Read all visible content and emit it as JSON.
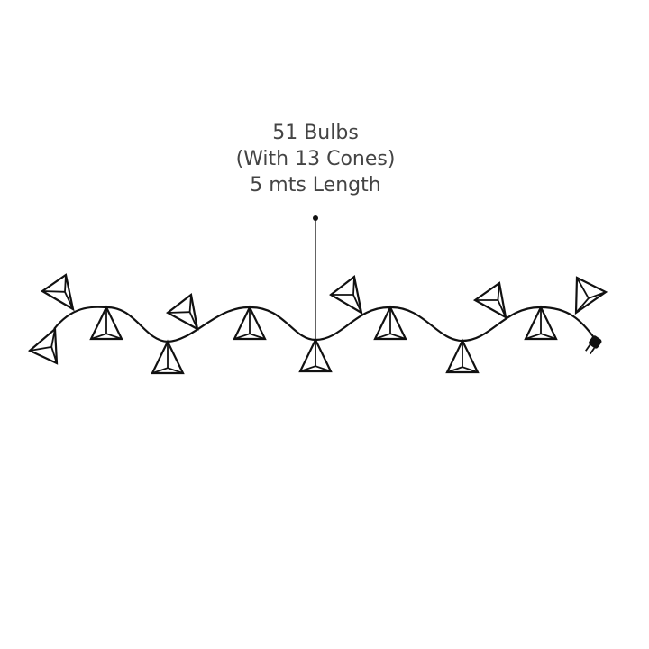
{
  "label": {
    "line1": "51 Bulbs",
    "line2": "(With 13 Cones)",
    "line3": "5 mts Length"
  },
  "colors": {
    "line": "#111111",
    "text": "#444444"
  },
  "icons": [
    "cone-bulb-icon",
    "plug-icon"
  ]
}
